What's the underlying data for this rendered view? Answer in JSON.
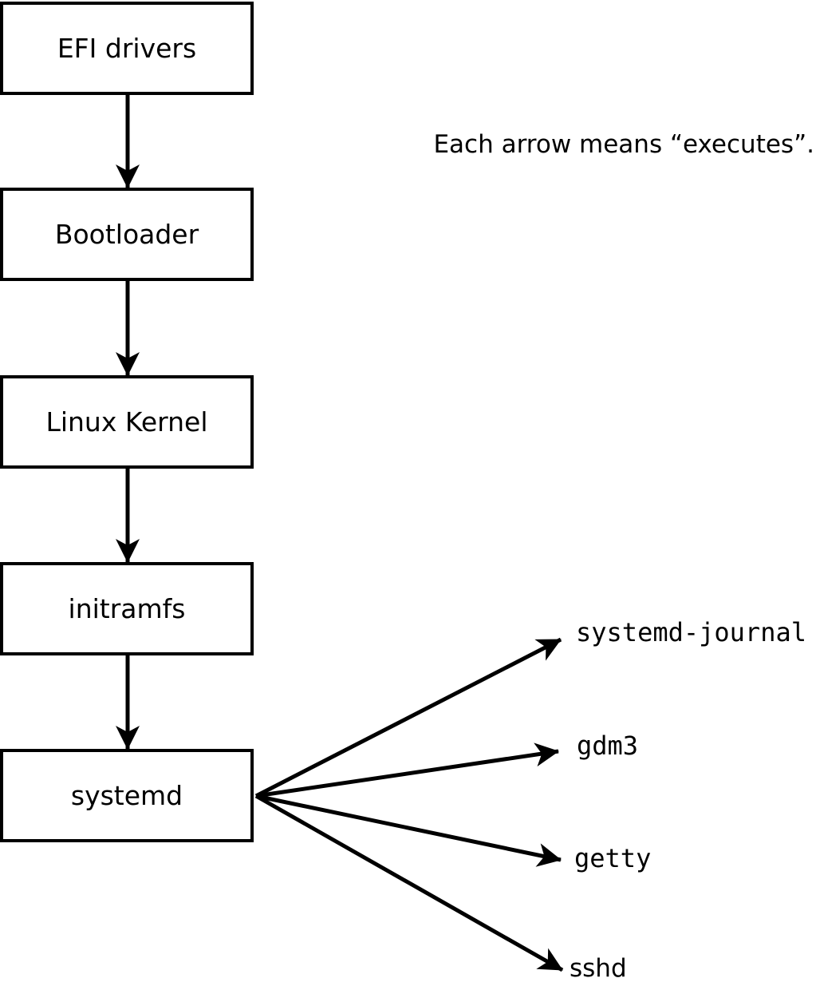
{
  "note": {
    "text": "Each arrow means “executes”."
  },
  "chain": [
    {
      "id": "efi-drivers",
      "label": "EFI drivers"
    },
    {
      "id": "bootloader",
      "label": "Bootloader"
    },
    {
      "id": "linux-kernel",
      "label": "Linux Kernel"
    },
    {
      "id": "initramfs",
      "label": "initramfs"
    },
    {
      "id": "systemd",
      "label": "systemd"
    }
  ],
  "spawned": [
    {
      "id": "systemd-journal",
      "label": "systemd-journal"
    },
    {
      "id": "gdm3",
      "label": "gdm3"
    },
    {
      "id": "getty",
      "label": "getty"
    },
    {
      "id": "sshd",
      "label": "sshd"
    }
  ],
  "edges": [
    {
      "from": "EFI drivers",
      "to": "Bootloader"
    },
    {
      "from": "Bootloader",
      "to": "Linux Kernel"
    },
    {
      "from": "Linux Kernel",
      "to": "initramfs"
    },
    {
      "from": "initramfs",
      "to": "systemd"
    },
    {
      "from": "systemd",
      "to": "systemd-journal"
    },
    {
      "from": "systemd",
      "to": "gdm3"
    },
    {
      "from": "systemd",
      "to": "getty"
    },
    {
      "from": "systemd",
      "to": "sshd"
    }
  ],
  "colors": {
    "line": "#000000",
    "box_background": "#ffffff",
    "text": "#000000",
    "page_background": "#ffffff"
  }
}
